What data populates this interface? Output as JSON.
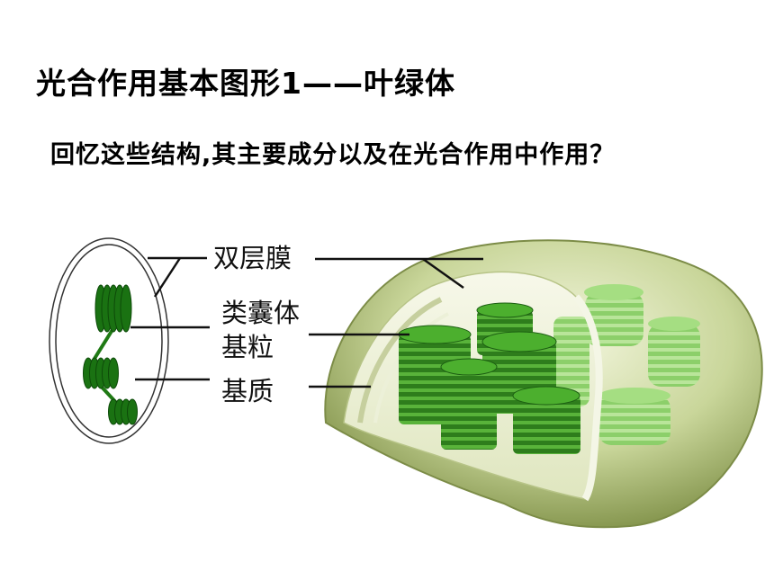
{
  "slide": {
    "title": "光合作用基本图形1——叶绿体",
    "question": "回忆这些结构,其主要成分以及在光合作用中作用？"
  },
  "diagram": {
    "labels": {
      "double_membrane": "双层膜",
      "thylakoid": "类囊体",
      "granum": "基粒",
      "stroma": "基质"
    },
    "colors": {
      "grana_dark": "#1a6b12",
      "grana_light": "#7fd05a",
      "envelope": "#9aab6a",
      "stroma_fill": "#e9efcf"
    }
  }
}
